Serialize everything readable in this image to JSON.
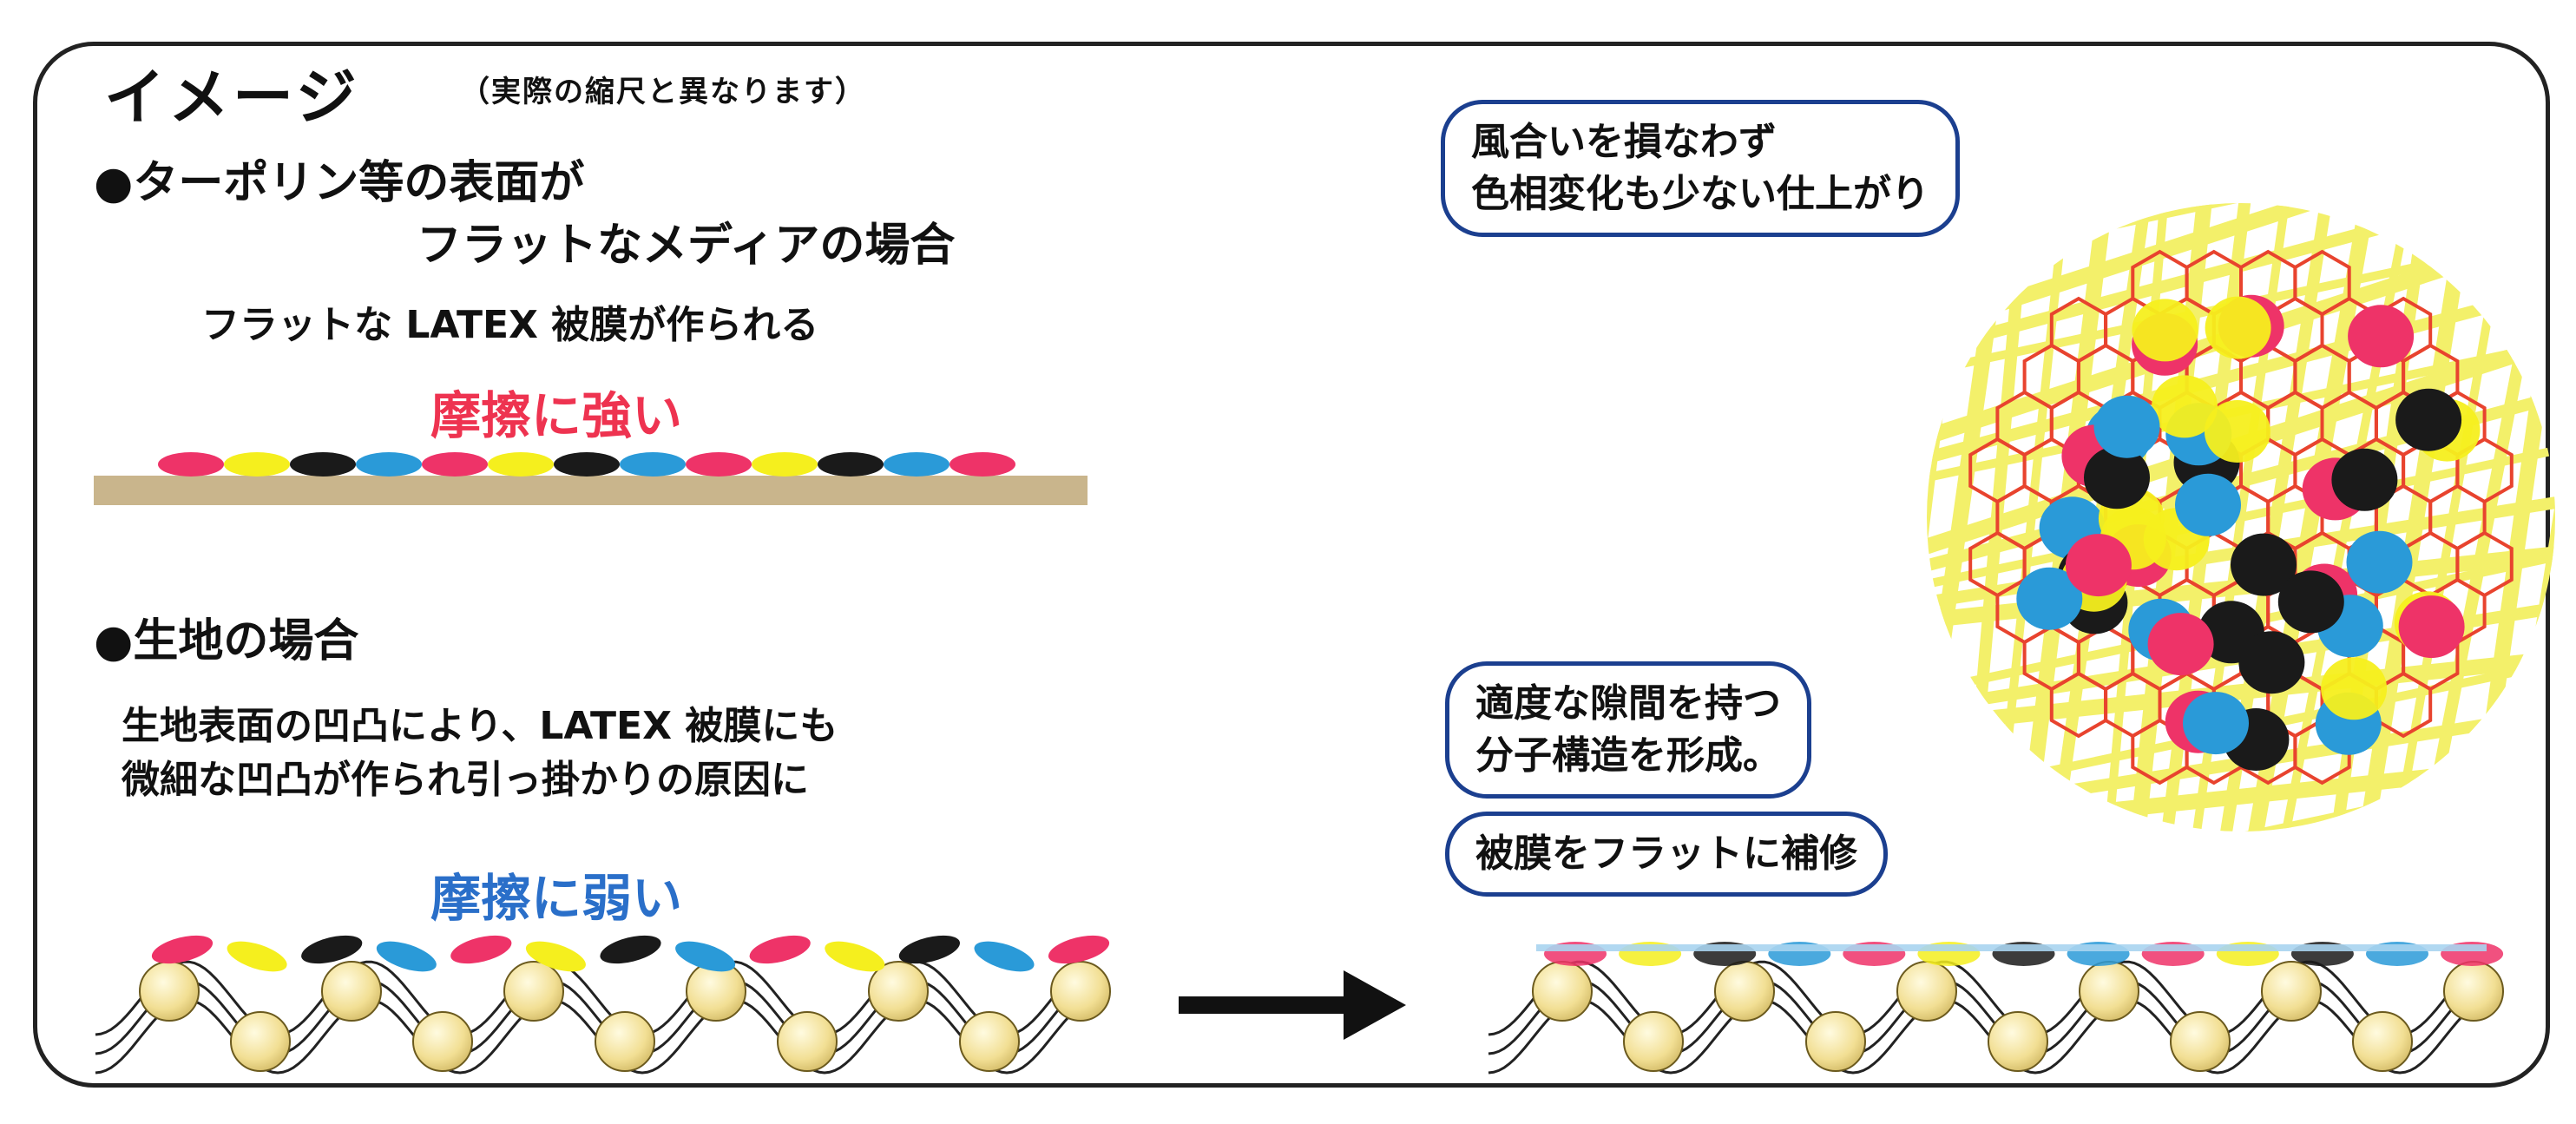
{
  "title": "イメージ",
  "title_note": "（実際の縮尺と異なります）",
  "flat_media": {
    "heading_line1": "●ターポリン等の表面が",
    "heading_line2": "フラットなメディアの場合",
    "description": "フラットな LATEX 被膜が作られる",
    "result": "摩擦に強い"
  },
  "fabric": {
    "heading": "●生地の場合",
    "description_line1": "生地表面の凹凸により、LATEX 被膜にも",
    "description_line2": "微細な凹凸が作られ引っ掛かりの原因に",
    "result": "摩擦に弱い"
  },
  "callouts": {
    "finish_line1": "風合いを損なわず",
    "finish_line2": "色相変化も少ない仕上がり",
    "structure_line1": "適度な隙間を持つ",
    "structure_line2": "分子構造を形成。",
    "repair": "被膜をフラットに補修"
  },
  "colors": {
    "magenta": "#ee3368",
    "yellow": "#f5ef1e",
    "black": "#1a1a1a",
    "cyan": "#2a9ad8",
    "substrate": "#c9b58c",
    "strong_text": "#ee3350",
    "weak_text": "#2a6fc9",
    "callout_border": "#1b3f8f",
    "fiber": "#f3f06a",
    "hex_outline": "#e8432e"
  },
  "ink_sequence": [
    "magenta",
    "yellow",
    "black",
    "cyan",
    "magenta",
    "yellow",
    "black",
    "cyan",
    "magenta",
    "yellow",
    "black",
    "cyan",
    "magenta"
  ],
  "arrow_icon": "right-arrow-icon"
}
